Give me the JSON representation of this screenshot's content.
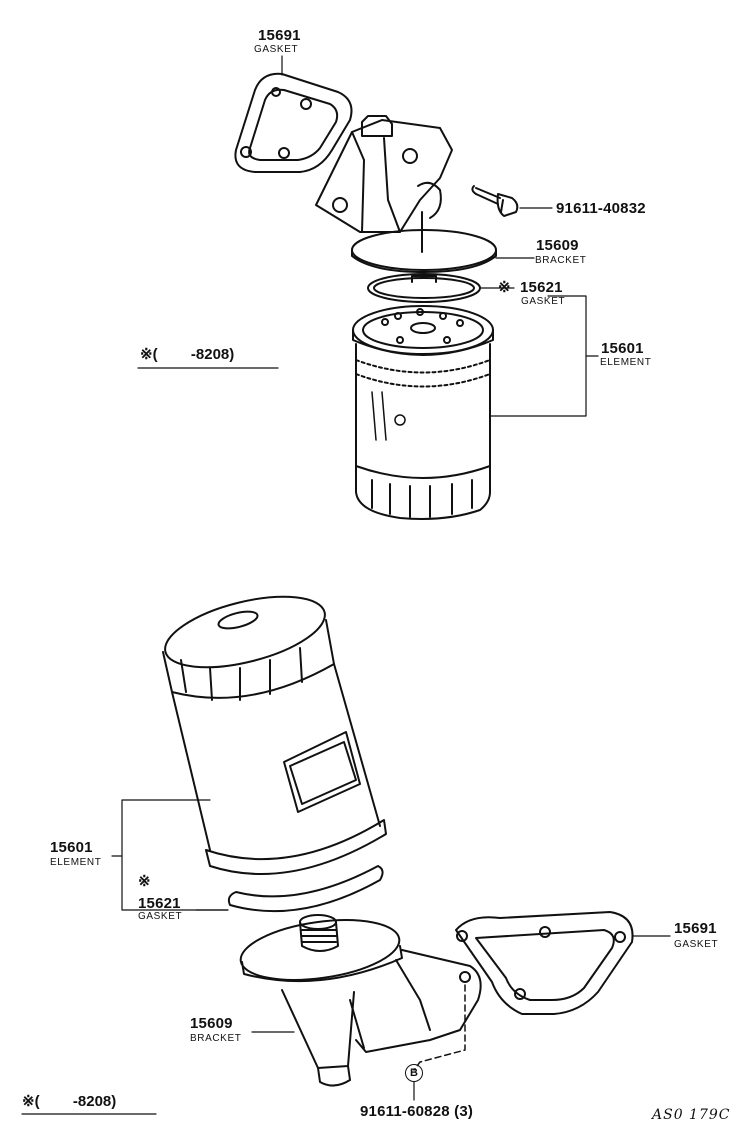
{
  "top": {
    "gasket": {
      "number": "15691",
      "name": "GASKET"
    },
    "bolt": {
      "number": "91611-40832"
    },
    "bracket": {
      "number": "15609",
      "name": "BRACKET"
    },
    "gasket_small": {
      "mark": "※",
      "number": "15621",
      "name": "GASKET"
    },
    "element": {
      "number": "15601",
      "name": "ELEMENT"
    },
    "note": "※(        -8208)"
  },
  "bottom": {
    "element": {
      "number": "15601",
      "name": "ELEMENT"
    },
    "gasket_small": {
      "mark": "※",
      "number": "15621",
      "name": "GASKET"
    },
    "gasket": {
      "number": "15691",
      "name": "GASKET"
    },
    "bracket": {
      "number": "15609",
      "name": "BRACKET"
    },
    "bolt": {
      "number": "91611-60828 (3)",
      "marker": "B"
    },
    "note": "※(        -8208)"
  },
  "drawing_code": "AS0 179C"
}
